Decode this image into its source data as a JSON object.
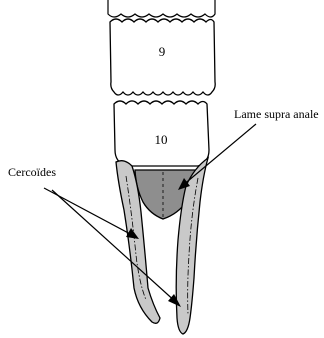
{
  "segments": {
    "segment_9": "9",
    "segment_10": "10"
  },
  "labels": {
    "supra_anal": "Lame supra anale",
    "cercoides": "Cercoïdes"
  },
  "colors": {
    "outline": "#000000",
    "cercoid_fill": "#c9c9c9",
    "plate_fill": "#8e8e8e",
    "segment_fill": "#ffffff"
  }
}
